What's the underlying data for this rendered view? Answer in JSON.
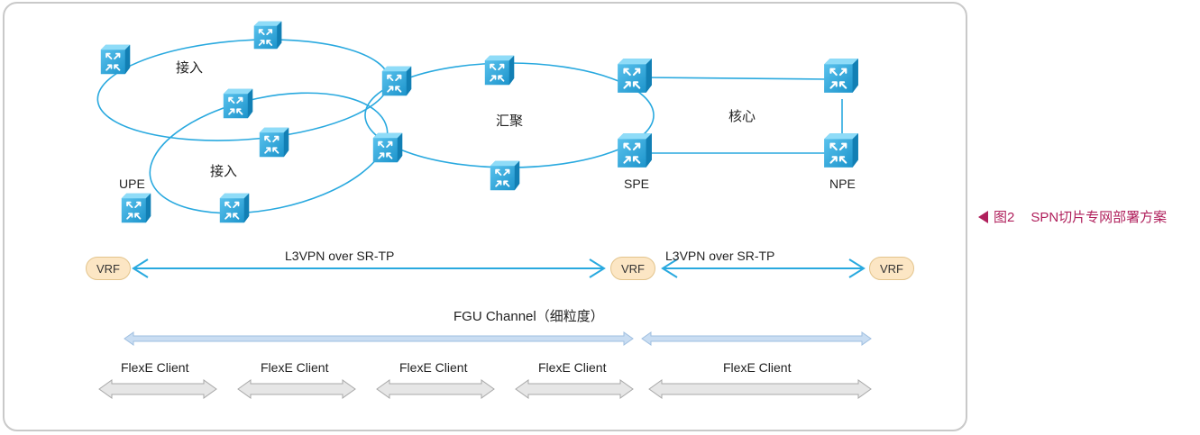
{
  "regions": {
    "access_top": "接入",
    "access_bottom": "接入",
    "aggregation": "汇聚",
    "core": "核心"
  },
  "nodes": {
    "upe": "UPE",
    "spe": "SPE",
    "npe": "NPE"
  },
  "vrf": {
    "left": "VRF",
    "middle": "VRF",
    "right": "VRF"
  },
  "tunnels": {
    "left": "L3VPN over SR-TP",
    "right": "L3VPN over SR-TP"
  },
  "fgu_channel": "FGU Channel（细粒度）",
  "flexe_clients": [
    "FlexE Client",
    "FlexE Client",
    "FlexE Client",
    "FlexE Client",
    "FlexE Client"
  ],
  "caption": {
    "number": "图2",
    "text": "SPN切片专网部署方案"
  },
  "colors": {
    "router": "#29a9df",
    "link_arrow": "#29a9df",
    "fgu_arrow": "#c9ddf2",
    "flexe_arrow": "#e6e6e6",
    "caption": "#b0205c"
  },
  "icons": [
    "router-icon"
  ]
}
